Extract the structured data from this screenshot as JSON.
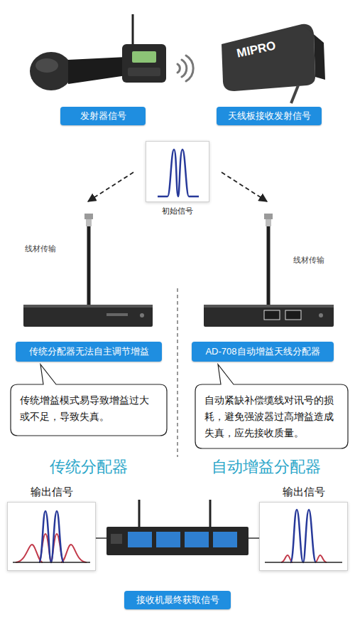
{
  "diagram": {
    "nodes": [
      {
        "text": [
          "发射器信号"
        ]
      },
      {
        "text": [
          "天线板接收发射信号"
        ]
      },
      {
        "text": [
          "初始信号"
        ]
      },
      {
        "text": [
          "传统分配器无法自主调节增益"
        ]
      },
      {
        "text": [
          "AD-708自动增益天线分配器"
        ]
      },
      {
        "text": [
          "传统增益模式易导致增益过大或不足，导致失真。"
        ]
      },
      {
        "text": [
          "自动紧缺补偿缆线对讯号的损耗，避免强波器过高增益造成失真，应先接收质量。"
        ]
      },
      {
        "text": [
          "输出信号"
        ]
      },
      {
        "text": [
          "输出信号"
        ]
      },
      {
        "text": [
          "接收机最终获取信号"
        ]
      }
    ],
    "labels": [
      "MIPRO",
      "线材传输",
      "线材传输",
      "传统分配器",
      "自动增益分配器"
    ]
  }
}
